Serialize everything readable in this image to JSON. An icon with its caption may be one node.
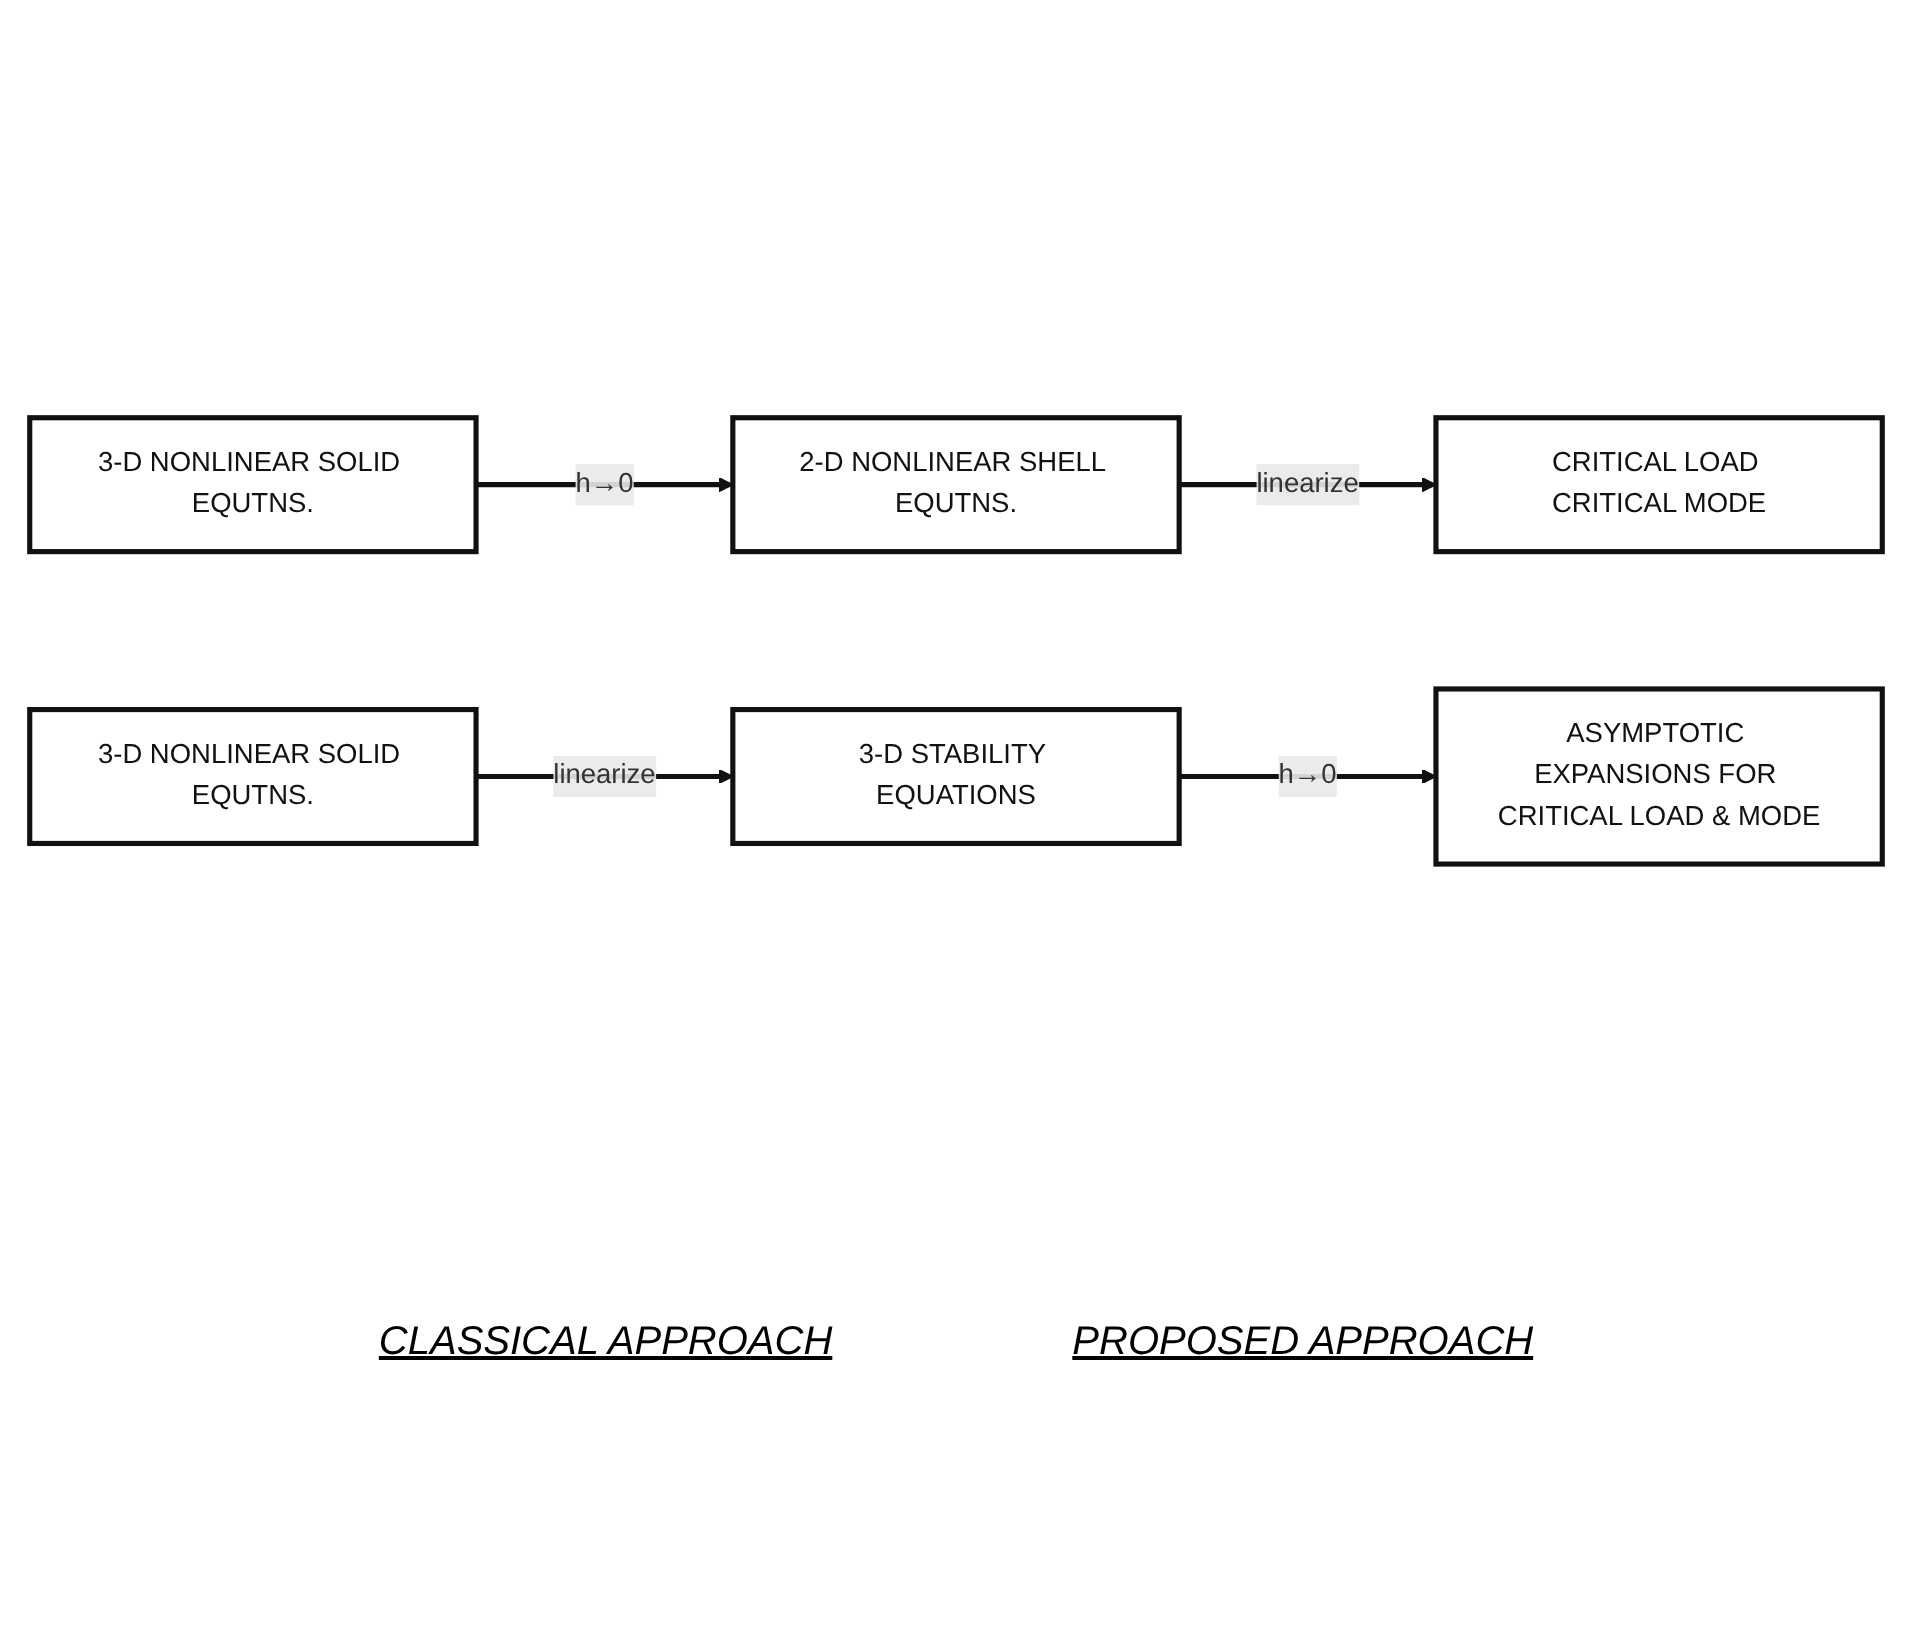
{
  "diagram": {
    "nodes": [
      {
        "text": [
          "3-D NONLINEAR SOLID EQUTNS."
        ]
      },
      {
        "text": [
          "2-D NONLINEAR SHELL EQUTNS."
        ]
      },
      {
        "text": [
          "CRITICAL LOAD CRITICAL MODE"
        ]
      },
      {
        "text": [
          "3-D NONLINEAR SOLID EQUTNS."
        ]
      },
      {
        "text": [
          "3-D STABILITY EQUATIONS"
        ]
      },
      {
        "text": [
          "ASYMPTOTIC EXPANSIONS FOR CRITICAL LOAD & MODE"
        ]
      }
    ],
    "edges": [
      {
        "from": 0,
        "to": 1,
        "arrow": "to",
        "label": "h→0"
      },
      {
        "from": 1,
        "to": 2,
        "arrow": "to",
        "label": "linearize"
      },
      {
        "from": 3,
        "to": 4,
        "arrow": "to",
        "label": "linearize"
      },
      {
        "from": 4,
        "to": 5,
        "arrow": "to",
        "label": "h→0"
      }
    ],
    "labels": [
      "CLASSICAL APPROACH",
      "PROPOSED APPROACH"
    ]
  }
}
